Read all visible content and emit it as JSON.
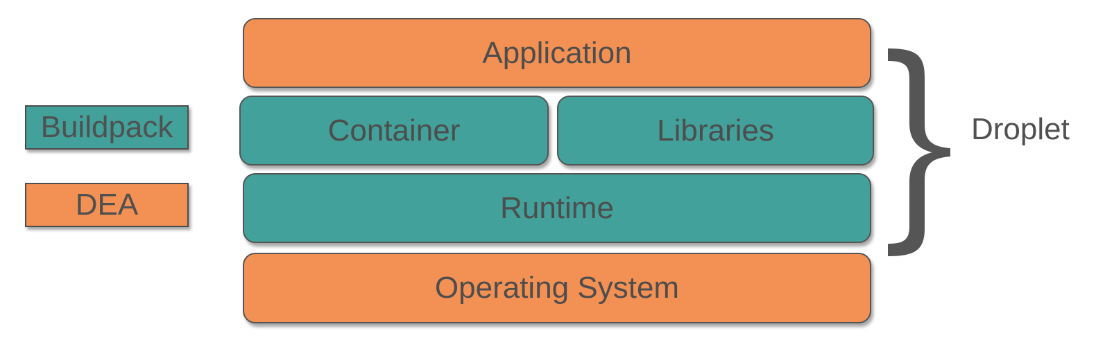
{
  "legend": {
    "buildpack_label": "Buildpack",
    "dea_label": "DEA"
  },
  "layers": {
    "application": "Application",
    "container": "Container",
    "libraries": "Libraries",
    "runtime": "Runtime",
    "operating_system": "Operating System"
  },
  "droplet_label": "Droplet",
  "colors": {
    "dea_orange": "#f39154",
    "buildpack_teal": "#42a19b",
    "text_gray": "#4d4d4d",
    "brace_gray": "#555555"
  }
}
